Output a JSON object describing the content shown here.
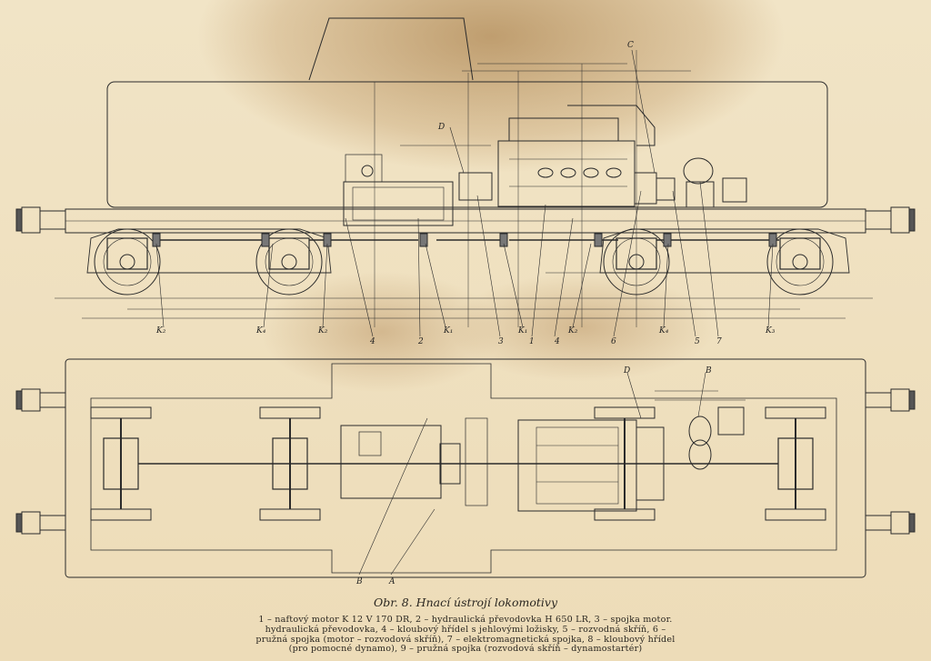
{
  "caption": "Obr. 8. Hnací ústrojí lokomotivy",
  "legend_lines": [
    "1 – naftový motor K 12 V 170 DR, 2 – hydraulická převodovka H 650 LR, 3 – spojka motor.",
    "hydraulická převodovka, 4 – kloubový hřídel s jehlovými ložisky, 5 – rozvodná skříň, 6 –",
    "pružná spojka (motor – rozvodová skříň), 7 – elektromagnetická spojka, 8 – kloubový hřídel",
    "(pro pomocné dynamo), 9 – pružná spojka (rozvodová skříň – dynamostartér)"
  ],
  "side_view_labels": {
    "c": "C",
    "d": "D",
    "k2_left": "K₂",
    "k4": "K₄",
    "k2_mid": "K₂",
    "n4_a": "4",
    "n2": "2",
    "k1_a": "K₁",
    "n3": "3",
    "k1_b": "K₁",
    "n1": "1",
    "k2_right": "K₂",
    "n4_b": "4",
    "n6": "6",
    "k4_right": "K₄",
    "n5": "5",
    "n7": "7",
    "k3": "K₃"
  },
  "plan_view_labels": {
    "d": "D",
    "b_top": "B",
    "b_bottom": "B",
    "a": "A"
  }
}
